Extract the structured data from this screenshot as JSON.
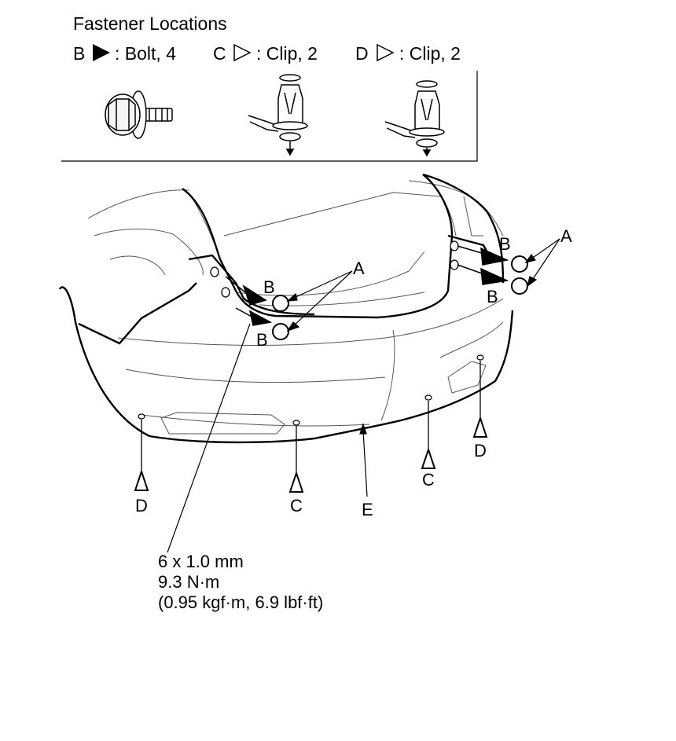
{
  "legend": {
    "title": "Fastener Locations",
    "items": [
      {
        "letter": "B",
        "desc": ": Bolt, 4"
      },
      {
        "letter": "C",
        "desc": ": Clip, 2"
      },
      {
        "letter": "D",
        "desc": ": Clip, 2"
      }
    ]
  },
  "callouts": {
    "a": "A",
    "b": "B",
    "c": "C",
    "d": "D",
    "e": "E"
  },
  "torque": {
    "line1": "6 x 1.0 mm",
    "line2": "9.3 N·m",
    "line3": "(0.95 kgf·m, 6.9 lbf·ft)"
  }
}
